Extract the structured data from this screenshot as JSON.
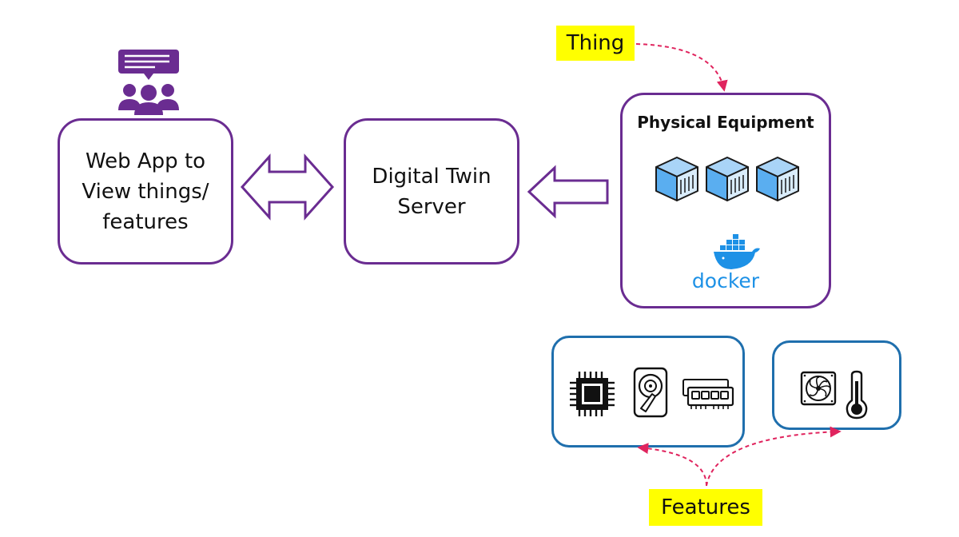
{
  "web_app": {
    "line1": "Web App to",
    "line2": "View things/",
    "line3": "features"
  },
  "server": {
    "line1": "Digital Twin",
    "line2": "Server"
  },
  "equipment": {
    "title": "Physical Equipment",
    "docker_label": "docker"
  },
  "tags": {
    "thing": "Thing",
    "features": "Features"
  },
  "colors": {
    "node_border": "#6a2c91",
    "feature_border": "#1f6fad",
    "tag_fill": "#ffff00",
    "dashed_arrow": "#e0245e",
    "docker_blue": "#1d91e6",
    "container_blue": "#5aaef0"
  },
  "icons": {
    "audience": "chat-audience-icon",
    "containers": [
      "container-icon",
      "container-icon",
      "container-icon"
    ],
    "docker": "docker-whale-icon",
    "hardware": [
      "cpu-icon",
      "hard-drive-icon",
      "ram-icon"
    ],
    "environment": [
      "fan-icon",
      "thermometer-icon"
    ]
  }
}
